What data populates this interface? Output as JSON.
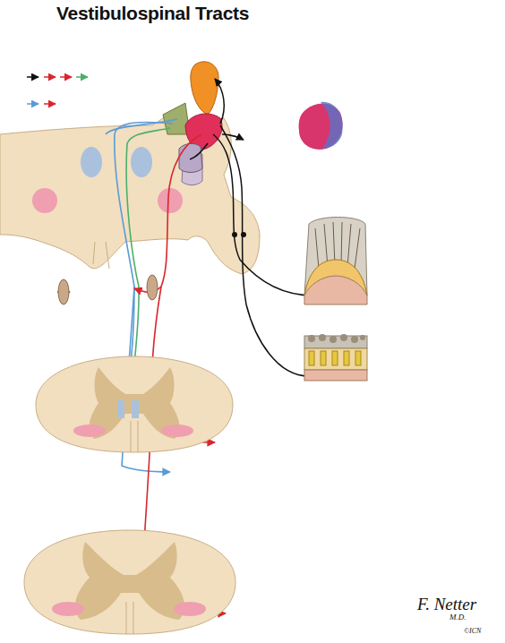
{
  "diagram": {
    "title": "Vestibulospinal Tracts",
    "labels": [
      "F. Netter",
      "M.D.",
      "©ICN"
    ]
  }
}
